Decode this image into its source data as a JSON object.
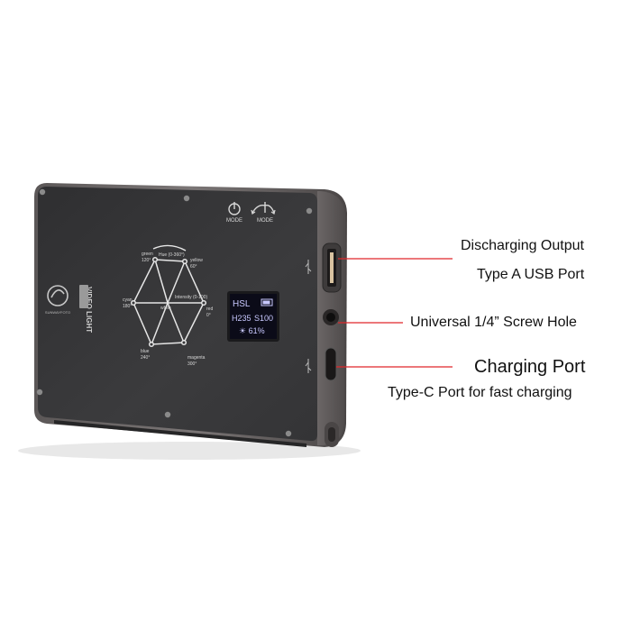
{
  "device": {
    "brand_logo": "SUNWAYFOTO",
    "product_label": "VIDEO LIGHT",
    "buttons": [
      {
        "label": "MODE"
      },
      {
        "label": "MODE"
      }
    ],
    "display": {
      "line1_left": "HSL",
      "line2_left": "H235",
      "line2_right": "S100",
      "line3": "☀ 61%",
      "text_color": "#c8c8ff",
      "screen_color": "#0b0b18"
    },
    "hsl_wheel": {
      "hue_label": "Hue (0-360°)",
      "intensity_label": "Intensity (0-100)",
      "center_label": "white",
      "colors": [
        {
          "name": "green",
          "deg": "120°"
        },
        {
          "name": "yellow",
          "deg": "60°"
        },
        {
          "name": "cyan",
          "deg": "180°"
        },
        {
          "name": "red",
          "deg": "0°"
        },
        {
          "name": "blue",
          "deg": "240°"
        },
        {
          "name": "magenta",
          "deg": "300°"
        }
      ]
    },
    "body_color": "#3a3a3c",
    "frame_color": "#6e6a6a"
  },
  "callouts": [
    {
      "text": "Discharging Output"
    },
    {
      "text": "Type A USB Port"
    },
    {
      "text": "Universal 1/4” Screw Hole"
    },
    {
      "text": "Charging Port"
    },
    {
      "text": "Type-C Port for fast charging"
    }
  ],
  "leader_line_color": "#e0262a"
}
